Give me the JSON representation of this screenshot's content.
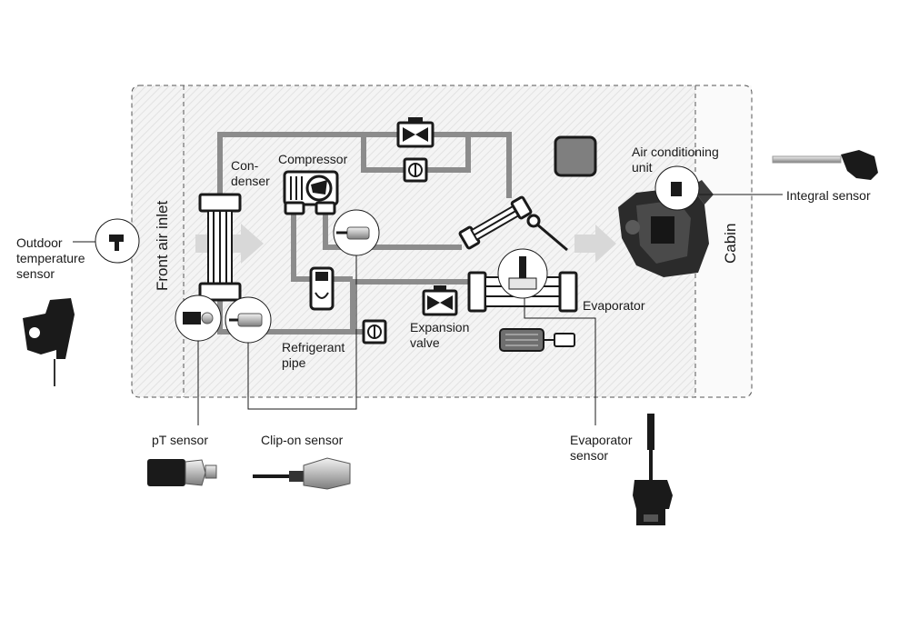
{
  "labels": {
    "outdoor_sensor": [
      "Outdoor",
      "temperature",
      "sensor"
    ],
    "front_air_inlet": "Front air inlet",
    "condenser": [
      "Con-",
      "denser"
    ],
    "compressor": "Compressor",
    "air_conditioning_unit": [
      "Air conditioning",
      "unit"
    ],
    "integral_sensor": "Integral sensor",
    "cabin": "Cabin",
    "evaporator": "Evaporator",
    "expansion_valve": [
      "Expansion",
      "valve"
    ],
    "refrigerant_pipe": [
      "Refrigerant",
      "pipe"
    ],
    "pt_sensor": "pT sensor",
    "clip_on_sensor": "Clip-on sensor",
    "evaporator_sensor": [
      "Evaporator",
      "sensor"
    ]
  },
  "icons": {
    "cabin_flow_arrow": "arrow-right-icon",
    "inlet_flow_arrow": "arrow-right-icon",
    "valve": "valve-bowtie-icon"
  }
}
